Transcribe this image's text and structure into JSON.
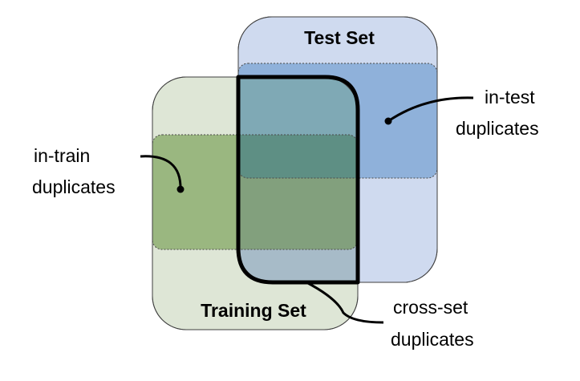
{
  "sets": {
    "test": {
      "title": "Test Set",
      "fill": "#cfdaef",
      "stroke": "#3f3f3f"
    },
    "training": {
      "title": "Training Set",
      "fill": "#dee6d6",
      "stroke": "#3f3f3f"
    }
  },
  "regions": {
    "in_test_duplicates": {
      "fill": "#8fb1da"
    },
    "in_train_duplicates": {
      "fill": "#9ab780"
    },
    "overlap_test_train": {
      "fill": "#a7bbc8"
    },
    "overlap_dup_both": {
      "fill": "#5e8f84"
    },
    "overlap_train_dup_test": {
      "fill": "#7fa9b5"
    },
    "overlap_test_dup_train": {
      "fill": "#82a07d"
    }
  },
  "callouts": {
    "in_test": {
      "line1": "in-test",
      "line2": "duplicates"
    },
    "in_train": {
      "line1": "in-train",
      "line2": "duplicates"
    },
    "cross_set": {
      "line1": "cross-set",
      "line2": "duplicates"
    }
  }
}
